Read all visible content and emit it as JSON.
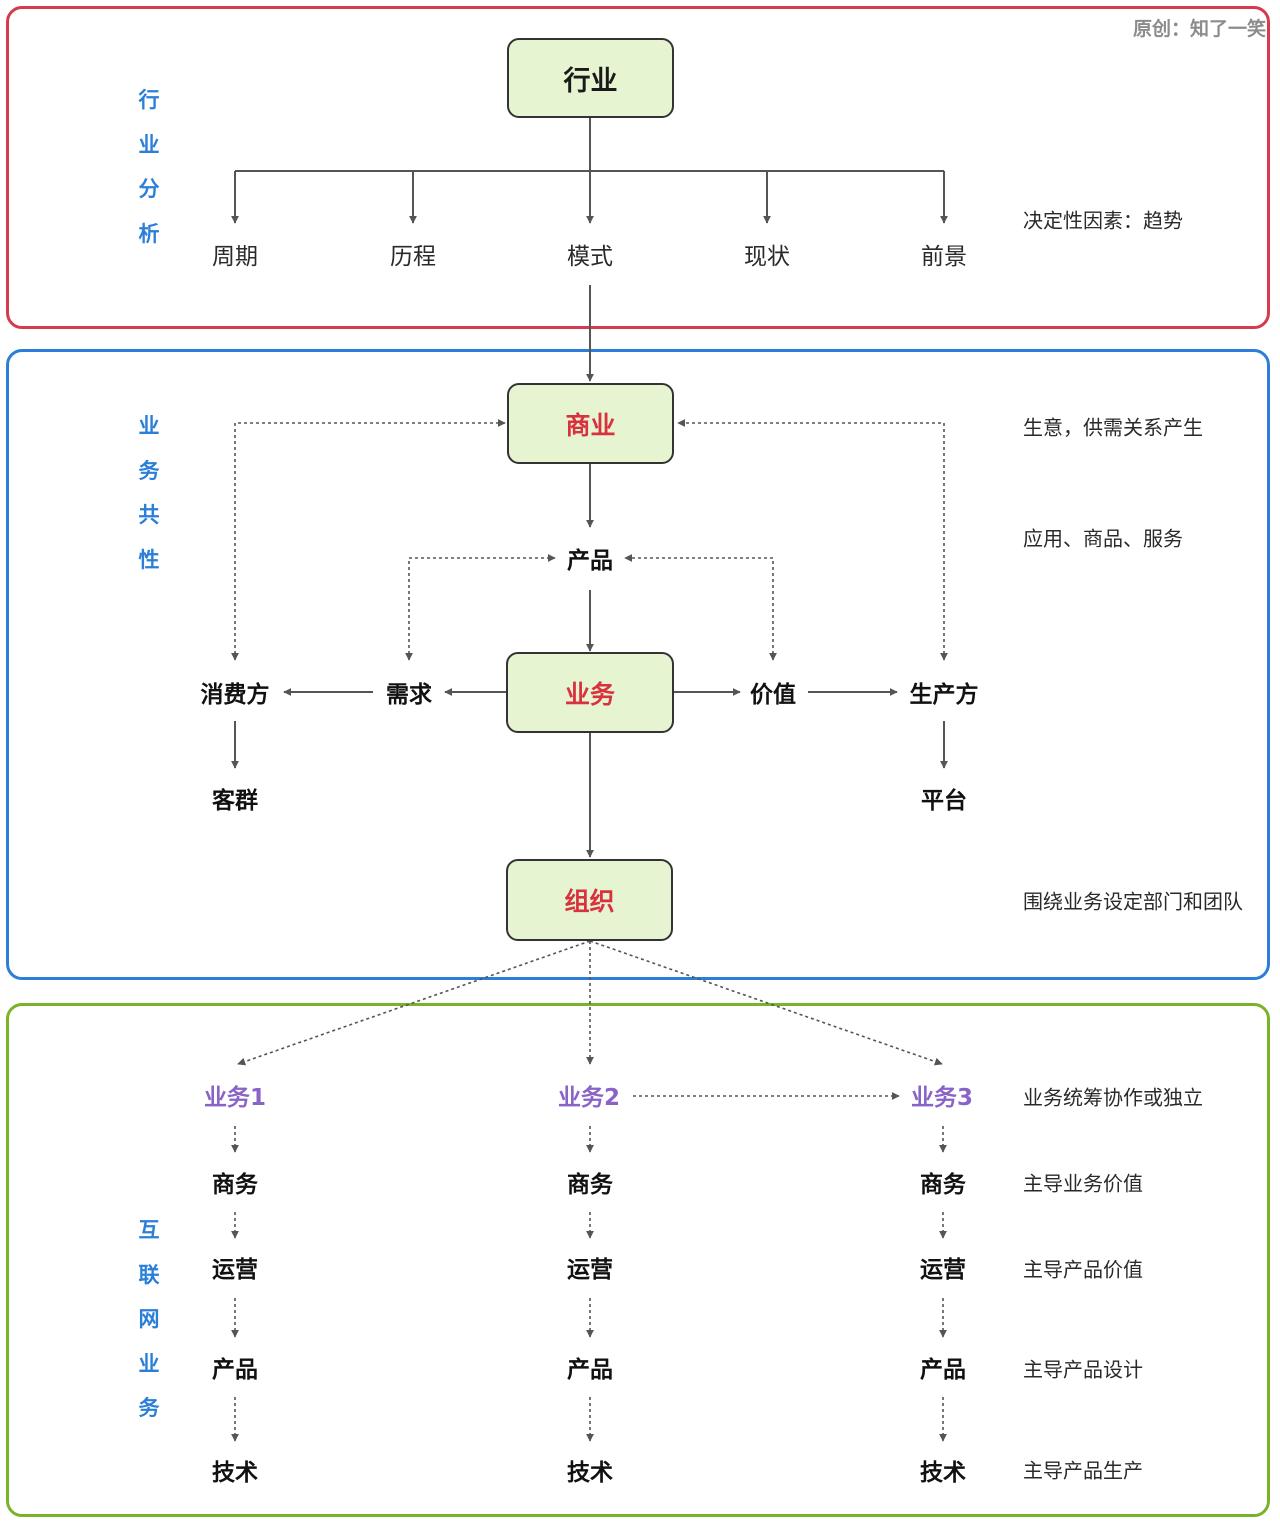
{
  "credit": "原创：知了一笑",
  "sections": {
    "industry": {
      "label": [
        "行",
        "业",
        "分",
        "析"
      ]
    },
    "business": {
      "label": [
        "业",
        "务",
        "共",
        "性"
      ]
    },
    "internet": {
      "label": [
        "互",
        "联",
        "网",
        "业",
        "务"
      ]
    }
  },
  "industry": {
    "root": "行业",
    "children": [
      "周期",
      "历程",
      "模式",
      "现状",
      "前景"
    ],
    "note": "决定性因素：趋势"
  },
  "business": {
    "commerce": "商业",
    "product": "产品",
    "core": "业务",
    "demand": "需求",
    "value": "价值",
    "consumer": "消费方",
    "producer": "生产方",
    "customer_group": "客群",
    "platform": "平台",
    "organization": "组织",
    "notes": {
      "commerce": "生意，供需关系产生",
      "product": "应用、商品、服务",
      "organization": "围绕业务设定部门和团队"
    }
  },
  "internet": {
    "columns": [
      {
        "title": "业务1",
        "steps": [
          "商务",
          "运营",
          "产品",
          "技术"
        ]
      },
      {
        "title": "业务2",
        "steps": [
          "商务",
          "运营",
          "产品",
          "技术"
        ]
      },
      {
        "title": "业务3",
        "steps": [
          "商务",
          "运营",
          "产品",
          "技术"
        ]
      }
    ],
    "notes": [
      "业务统筹协作或独立",
      "主导业务价值",
      "主导产品价值",
      "主导产品设计",
      "主导产品生产"
    ]
  },
  "colors": {
    "industry_border": "#d63a4f",
    "business_border": "#2b7fd8",
    "internet_border": "#7ab32a",
    "box_fill": "#e6f4d2",
    "highlight_red": "#d8323e",
    "purple": "#8a63c6",
    "section_label": "#2b7fd8"
  }
}
